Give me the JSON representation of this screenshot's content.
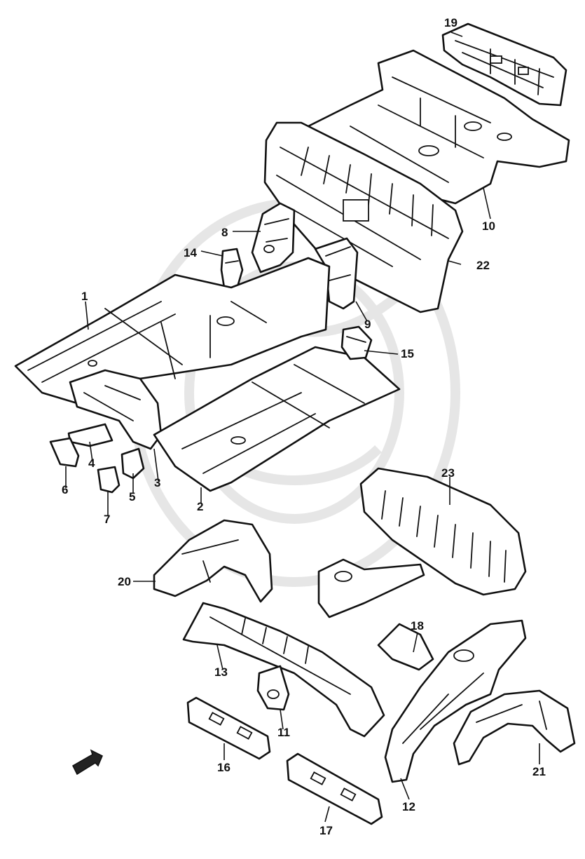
{
  "callouts": {
    "c1": "1",
    "c2": "2",
    "c3": "3",
    "c4": "4",
    "c5": "5",
    "c6": "6",
    "c7": "7",
    "c8": "8",
    "c9": "9",
    "c10": "10",
    "c11": "11",
    "c12": "12",
    "c13": "13",
    "c14": "14",
    "c15": "15",
    "c16": "16",
    "c17": "17",
    "c18": "18",
    "c19": "19",
    "c20": "20",
    "c21": "21",
    "c22": "22",
    "c23": "23"
  },
  "icons": {
    "front_arrow": "front-direction-arrow-icon",
    "watermark": "faint-mask-watermark"
  }
}
